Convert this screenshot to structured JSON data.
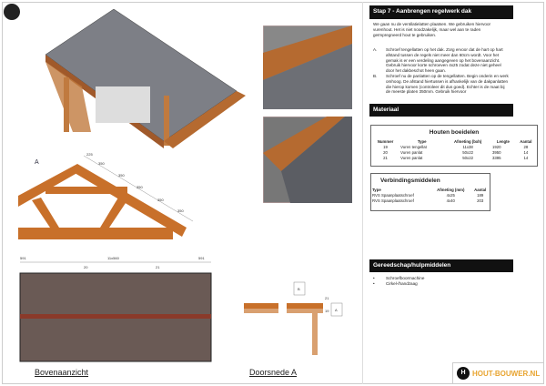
{
  "step": {
    "title": "Stap 7 - Aanbrengen regelwerk dak",
    "intro": "We gaan nu de ventilatielatten plaatsen. We gebruiken hiervoor vurenhout. Het is niet noodzakelijk, maar wel aan te raden geïmpregneerd hout te gebruiken.",
    "items": [
      {
        "key": "A.",
        "text": "Schroef tengellatten op het dak. Zorg ervoor dat de hart op hart afstand tussen de regels niet meer dan 60cm wordt. Voor het gemak is er een verdeling aangegeven op het bovenaanzicht. Gebruik hiervoor korte schroeven 4x25 zodat deze niet geheel door het dakbeschot heen gaan."
      },
      {
        "key": "B.",
        "text": "Schroef nu de panlatten op de tengellatten. Begin onderin en werk omhoog. De afstand hiertussen is afhankelijk van de dakpanlatten die hierop komen (controleer dit dus goed). Echter is de maat bij de meeste platen 350mm. Gebruik hiervoor"
      }
    ]
  },
  "material": {
    "title": "Materiaal",
    "wood": {
      "title": "Houten boeidelen",
      "headers": [
        "Nummer",
        "Type",
        "Afmeting (bxh)",
        "Lengte",
        "Aantal"
      ],
      "rows": [
        [
          "19",
          "Vuren tengellat",
          "11x38",
          "1920",
          "28"
        ],
        [
          "20",
          "Vuren panlat",
          "50x22",
          "3950",
          "14"
        ],
        [
          "21",
          "Vuren panlat",
          "50x22",
          "3395",
          "14"
        ]
      ]
    },
    "fasteners": {
      "title": "Verbindingsmiddelen",
      "headers": [
        "Type",
        "Afmeting (mm)",
        "Aantal"
      ],
      "rows": [
        [
          "RVS Spaanplaatschroef",
          "4x25",
          "189"
        ],
        [
          "RVS Spaanplaatschroef",
          "4x40",
          "203"
        ]
      ]
    }
  },
  "tools": {
    "title": "Gereedschap/hulpmiddelen",
    "items": [
      "Schroefboormachine",
      "Cirkel-/handzaag"
    ]
  },
  "drawings": {
    "top_view": "Bovenaanzicht",
    "section": "Doorsnede A",
    "top_dims": [
      "591",
      "11x560",
      "591"
    ],
    "top_markers": [
      "20",
      "21"
    ],
    "truss_dims": [
      "225",
      "350",
      "350",
      "350",
      "350",
      "350"
    ],
    "section_marker": "A",
    "section_labels": [
      "B",
      "A",
      "21",
      "19"
    ]
  },
  "logo": {
    "text": "HOUT-BOUWER.NL",
    "mark": "H"
  }
}
